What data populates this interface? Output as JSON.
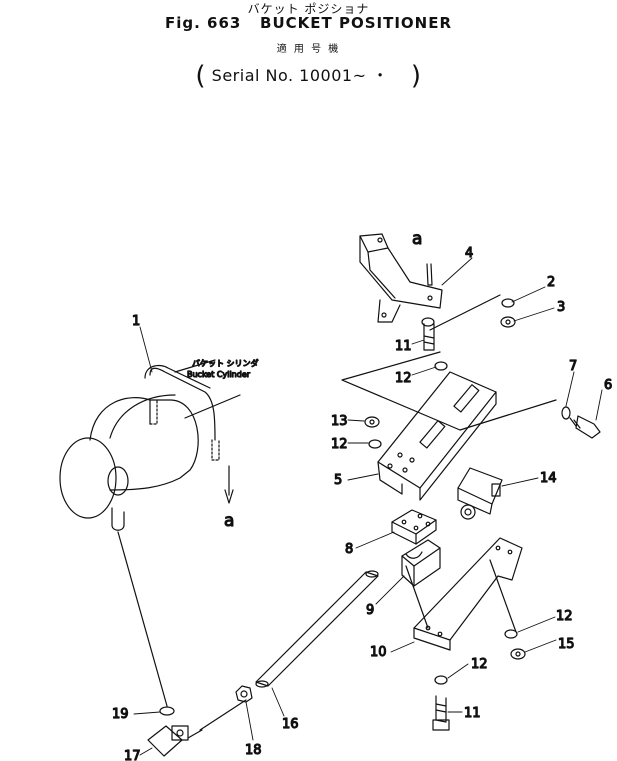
{
  "header": {
    "jp_title": "バケット ポジショナ",
    "fig": "Fig. 663",
    "title": "BUCKET POSITIONER",
    "jp_applicable": "適 用 号 機",
    "serial": "Serial No. 10001~ ・"
  },
  "diagram": {
    "cylinder_label_jp": "バケット シリンダ",
    "cylinder_label": "Bucket Cylinder",
    "ref_a": "a",
    "parts": [
      "1",
      "2",
      "3",
      "4",
      "5",
      "6",
      "7",
      "8",
      "9",
      "10",
      "11",
      "12",
      "13",
      "14",
      "15",
      "16",
      "17",
      "18",
      "19"
    ]
  }
}
